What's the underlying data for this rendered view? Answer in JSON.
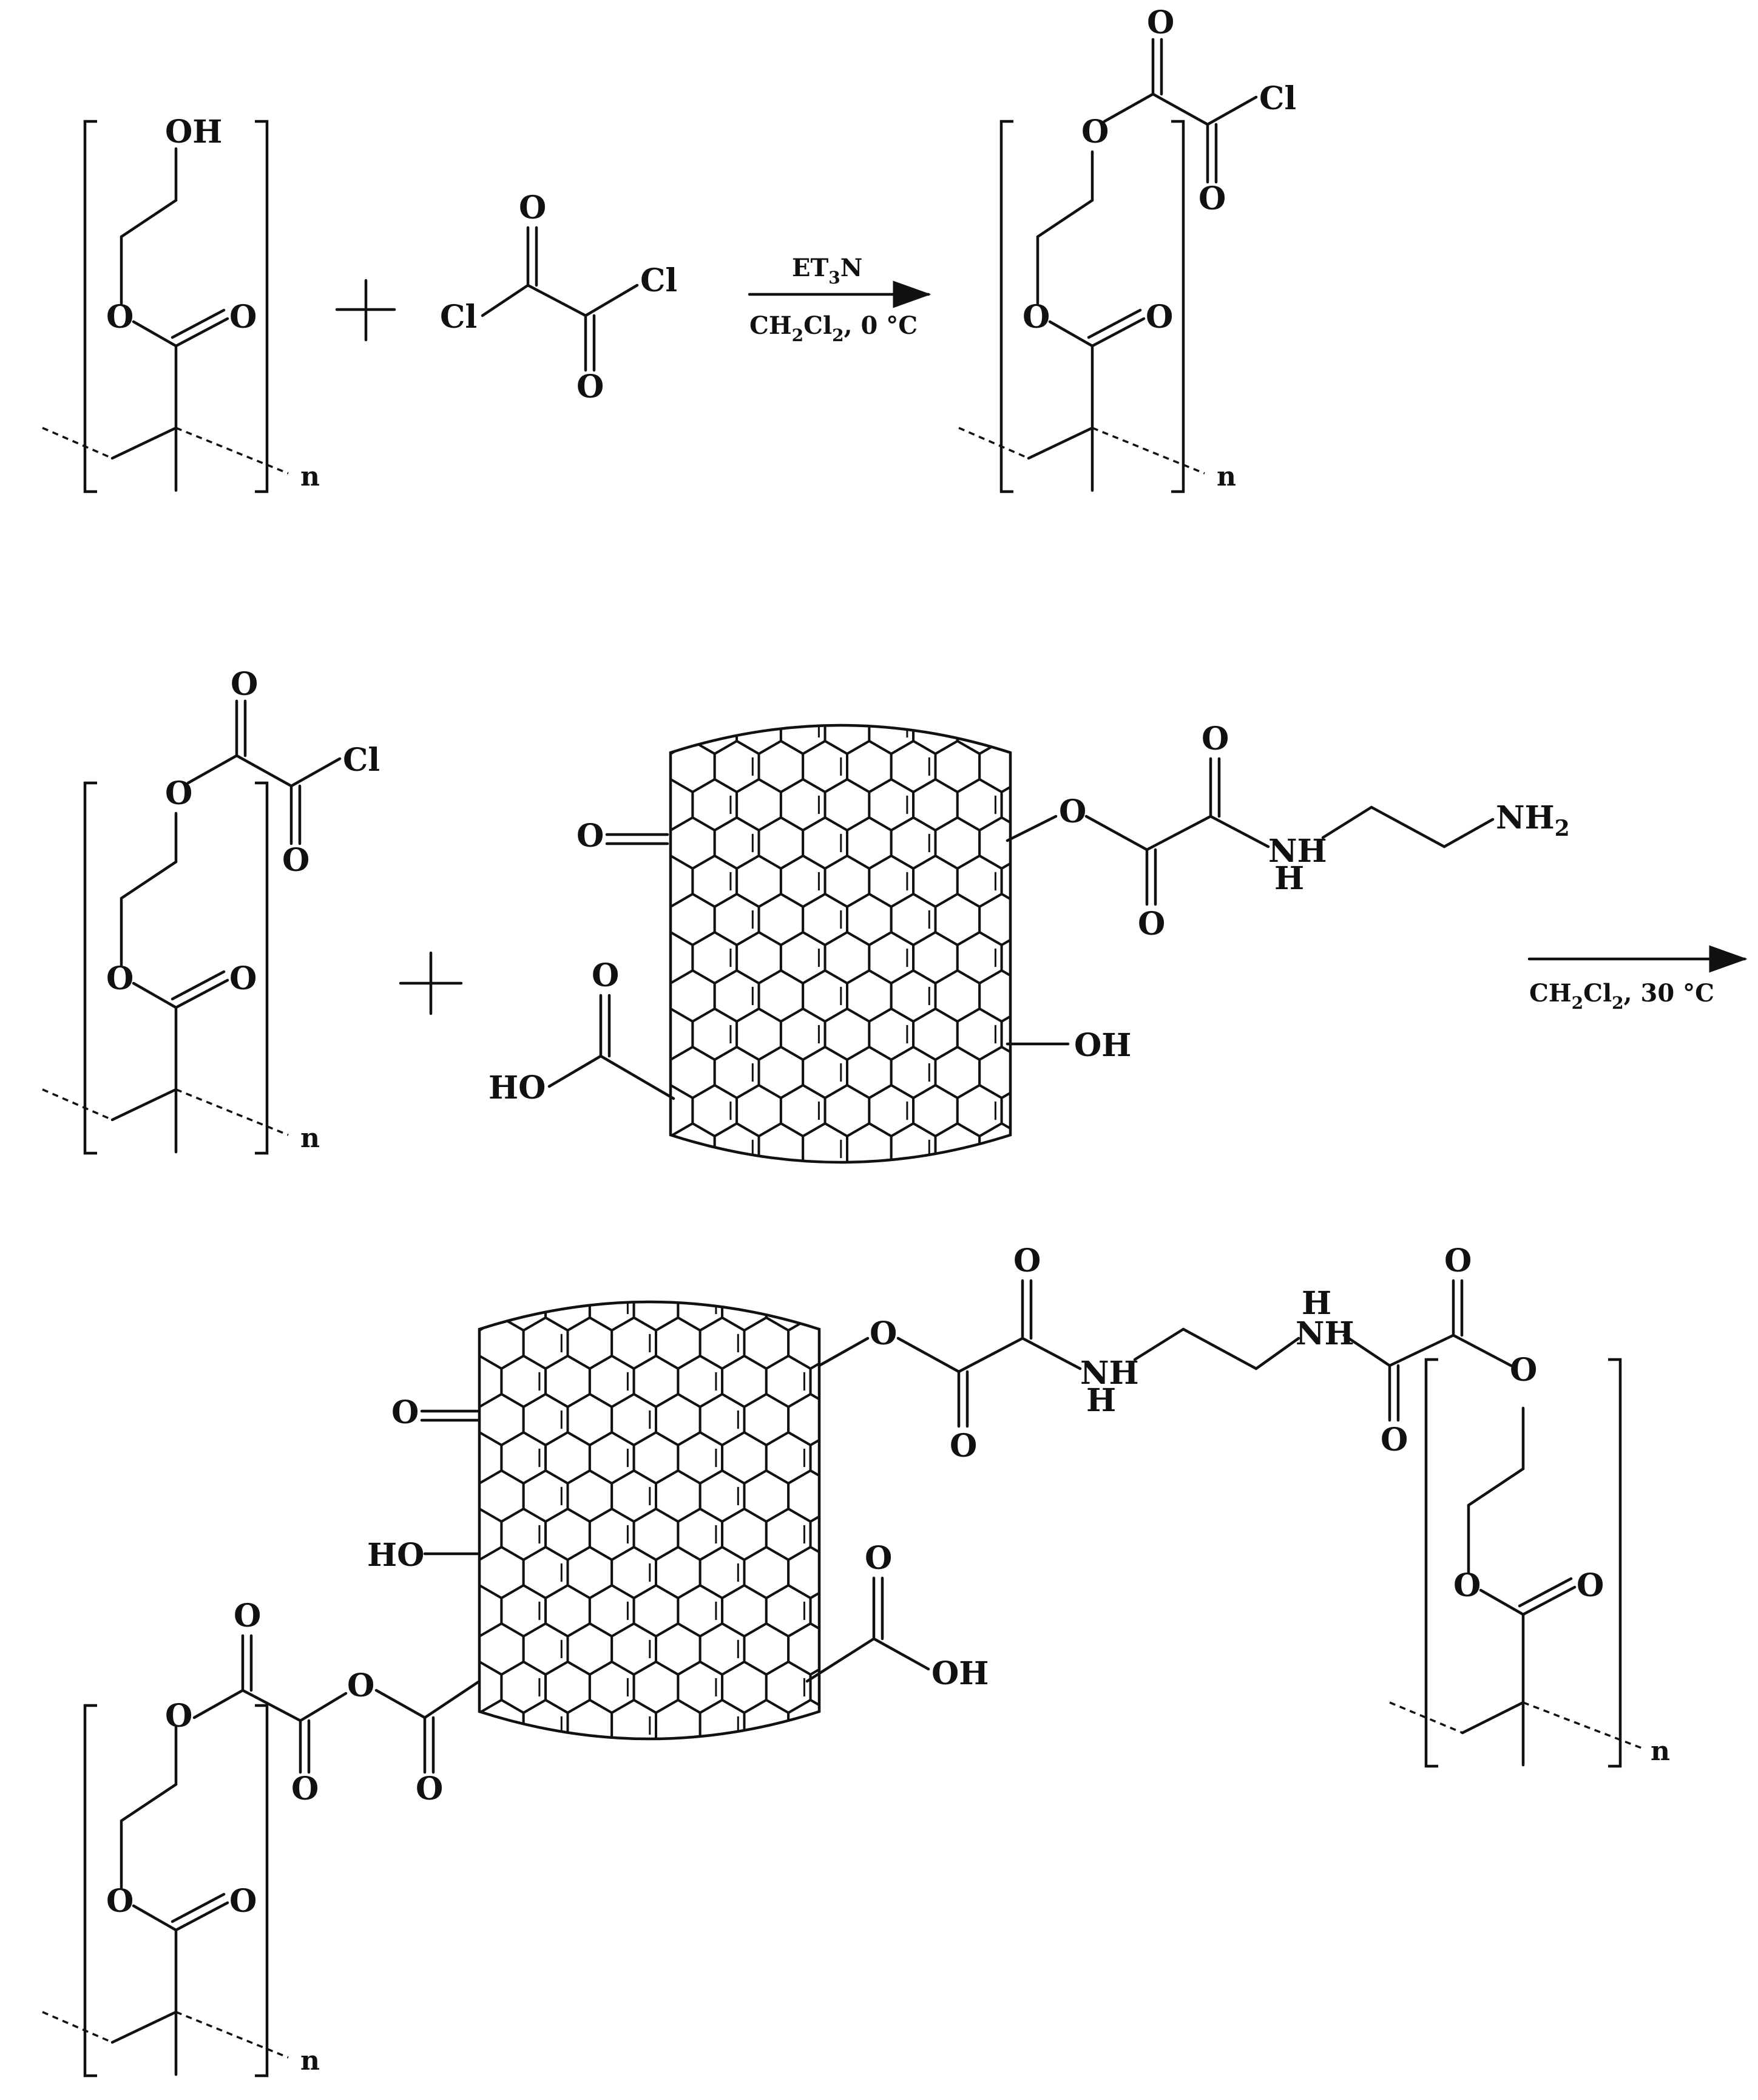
{
  "labels": {
    "hydroxyl": "OH",
    "ester_o": "O",
    "carbonyl_o": "O",
    "chloride": "Cl",
    "repeat_n": "n",
    "amine": "NH",
    "amine_h": "H",
    "nh2": "NH",
    "nh2_sub": "2",
    "hydroxyl_acid": "HO",
    "carboxylic_oh": "OH"
  },
  "reaction1": {
    "reagent_top": "ET",
    "reagent_sub": "3",
    "reagent_tail": "N",
    "conditions": "CH",
    "conditions_sub1": "2",
    "conditions_mid": "Cl",
    "conditions_sub2": "2",
    "conditions_tail": ", 0 °C",
    "plus": "+"
  },
  "reaction2": {
    "conditions": "CH",
    "conditions_sub1": "2",
    "conditions_mid": "Cl",
    "conditions_sub2": "2",
    "conditions_tail": ", 30 °C",
    "plus": "+"
  }
}
